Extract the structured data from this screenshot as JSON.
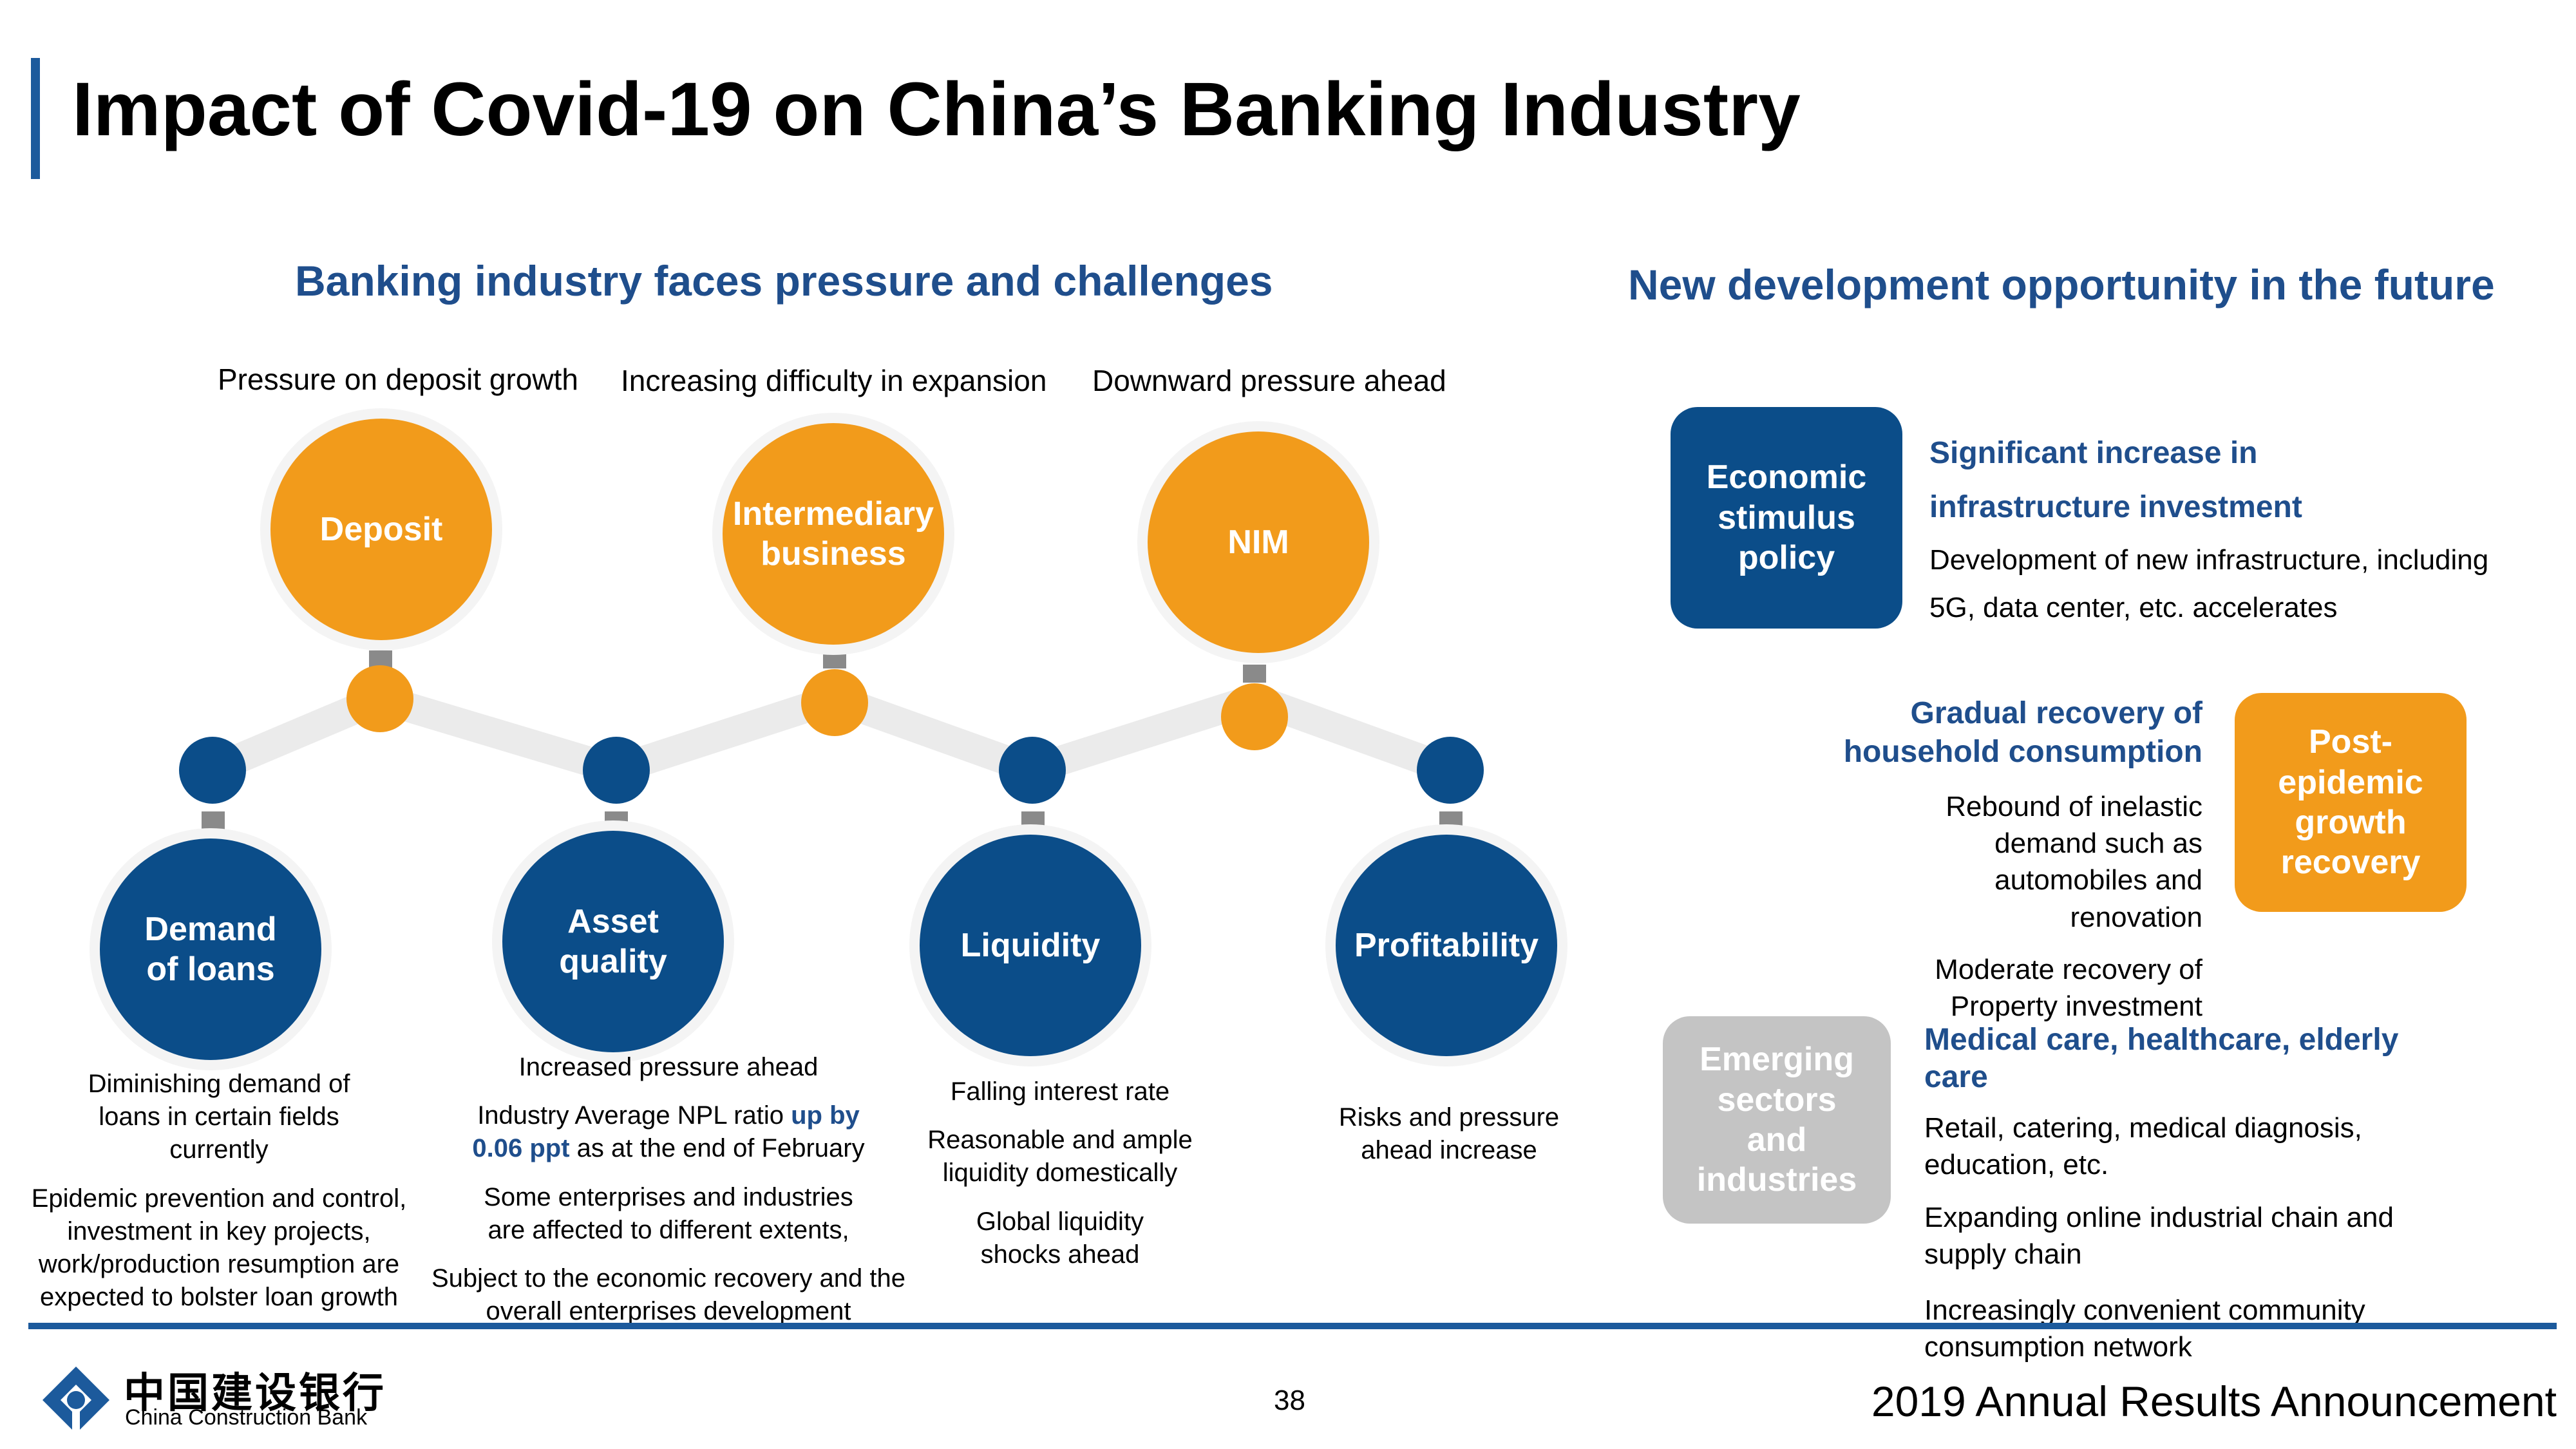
{
  "title": "Impact of Covid-19 on China’s Banking Industry",
  "left": {
    "heading": "Banking industry faces pressure and challenges",
    "pressure_labels": [
      "Pressure on deposit growth",
      "Increasing difficulty in expansion",
      "Downward pressure ahead"
    ],
    "orange_circles": [
      {
        "label": "Deposit"
      },
      {
        "label": "Intermediary business"
      },
      {
        "label": "NIM"
      }
    ],
    "blue_circles": [
      {
        "label": "Demand of loans"
      },
      {
        "label": "Asset quality"
      },
      {
        "label": "Liquidity"
      },
      {
        "label": "Profitability"
      }
    ],
    "descriptions": {
      "loans": [
        "Diminishing demand of loans in certain fields currently",
        "Epidemic prevention and control, investment in key projects, work/production resumption are expected to bolster loan growth"
      ],
      "asset_quality": {
        "line1": "Increased pressure ahead",
        "npl_prefix": "Industry Average NPL ratio ",
        "npl_highlight": "up by 0.06 ppt",
        "npl_suffix": " as at the end of February",
        "line3": "Some enterprises and industries are affected to different extents,",
        "line4": "Subject to the economic recovery and the overall enterprises development"
      },
      "liquidity": [
        "Falling interest rate",
        "Reasonable and ample liquidity domestically",
        "Global liquidity shocks ahead"
      ],
      "profitability": [
        "Risks and pressure ahead increase"
      ]
    }
  },
  "right": {
    "heading": "New development opportunity in the future",
    "blocks": [
      {
        "box": "Economic stimulus policy",
        "titles": [
          "Significant increase in",
          "infrastructure investment"
        ],
        "texts": [
          "Development of new infrastructure, including",
          "5G, data center, etc. accelerates"
        ],
        "color": "#0b4d89"
      },
      {
        "box": "Post-epidemic growth recovery",
        "titles": [
          "Gradual recovery of",
          "household consumption"
        ],
        "texts": [
          "Rebound of inelastic demand such as automobiles and renovation",
          "Moderate recovery of Property investment"
        ],
        "color": "#f29b1b"
      },
      {
        "box": "Emerging sectors and industries",
        "titles": [
          "Medical care, healthcare, elderly care"
        ],
        "texts": [
          "Retail, catering, medical diagnosis, education, etc.",
          "Expanding online industrial chain and supply chain",
          "Increasingly convenient community consumption network"
        ],
        "color": "#c4c4c4"
      }
    ]
  },
  "footer": {
    "page": "38",
    "announcement": "2019 Annual Results Announcement",
    "logo_cn": "中国建设银行",
    "logo_en": "China Construction Bank"
  },
  "colors": {
    "accent_blue": "#1f4e8c",
    "dark_blue": "#0b4d89",
    "orange": "#f29b1b",
    "grey": "#c4c4c4"
  }
}
